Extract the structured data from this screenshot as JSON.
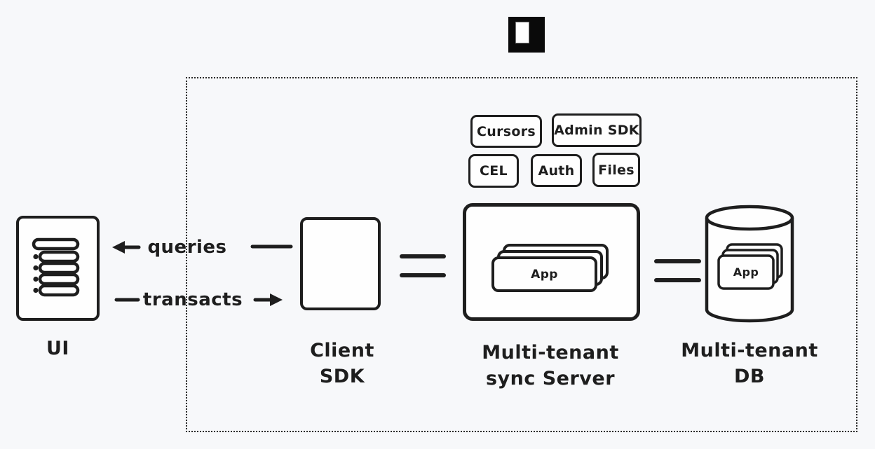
{
  "colors": {
    "background": "#f7f8fa",
    "stroke": "#1e1e1e",
    "shape_fill": "#fefefe"
  },
  "logo": {
    "name": "instant-logo"
  },
  "nodes": {
    "ui": {
      "label": "UI"
    },
    "client_sdk": {
      "label": "Client SDK"
    },
    "sync_server": {
      "label_line1": "Multi-tenant",
      "label_line2": "sync Server",
      "card_label": "App"
    },
    "db": {
      "label_line1": "Multi-tenant",
      "label_line2": "DB",
      "card_label": "App"
    }
  },
  "edges": {
    "queries_label": "queries",
    "transacts_label": "transacts"
  },
  "badges": [
    {
      "label": "Cursors"
    },
    {
      "label": "Admin SDK"
    },
    {
      "label": "CEL"
    },
    {
      "label": "Auth"
    },
    {
      "label": "Files"
    }
  ]
}
